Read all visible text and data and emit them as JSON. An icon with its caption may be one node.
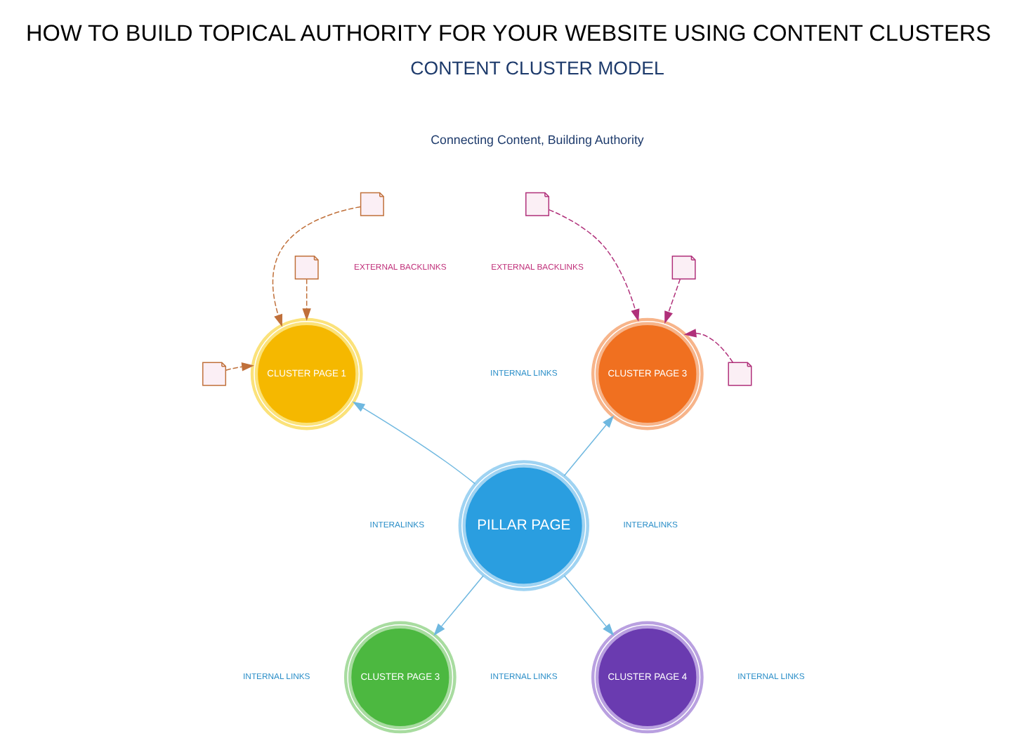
{
  "diagram": {
    "title": "HOW TO BUILD TOPICAL AUTHORITY FOR YOUR WEBSITE USING CONTENT CLUSTERS",
    "nodes": [
      {
        "text": [],
        "shape": "picture"
      },
      {
        "text": [],
        "shape": "picture"
      },
      {
        "text": [],
        "shape": "picture"
      },
      {
        "text": [],
        "shape": "picture"
      },
      {
        "text": [
          "CLUSTER PAGE 1"
        ]
      },
      {
        "text": [
          "CLUSTER PAGE 3"
        ]
      },
      {
        "text": [],
        "shape": "picture"
      },
      {
        "text": [],
        "shape": "picture"
      },
      {
        "text": [
          "PILLAR PAGE"
        ]
      },
      {
        "text": [
          "CLUSTER PAGE 3"
        ]
      },
      {
        "text": [
          "CLUSTER PAGE 4"
        ]
      }
    ],
    "edges": [
      {
        "from": 0,
        "to": 4,
        "arrow": "to",
        "style": "dashed",
        "color": "#c0703a"
      },
      {
        "from": 2,
        "to": 4,
        "arrow": "to",
        "style": "dashed",
        "color": "#c0703a"
      },
      {
        "from": 6,
        "to": 4,
        "arrow": "to",
        "style": "dashed",
        "color": "#c0703a"
      },
      {
        "from": 1,
        "to": 5,
        "arrow": "to",
        "style": "dashed",
        "color": "#b0307a"
      },
      {
        "from": 3,
        "to": 5,
        "arrow": "to",
        "style": "dashed",
        "color": "#b0307a"
      },
      {
        "from": 7,
        "to": 5,
        "arrow": "to",
        "style": "dashed",
        "color": "#b0307a"
      },
      {
        "from": 8,
        "to": 4,
        "arrow": "to"
      },
      {
        "from": 8,
        "to": 5,
        "arrow": "to"
      },
      {
        "from": 8,
        "to": 9,
        "arrow": "to"
      },
      {
        "from": 8,
        "to": 10,
        "arrow": "to"
      }
    ],
    "labels": [
      "CONTENT CLUSTER MODEL",
      "Connecting Content, Building Authority",
      "EXTERNAL BACKLINKS",
      "EXTERNAL BACKLINKS",
      "INTERNAL LINKS",
      "INTERALINKS",
      "INTERALINKS",
      "INTERNAL LINKS",
      "INTERNAL LINKS",
      "INTERNAL LINKS"
    ]
  }
}
